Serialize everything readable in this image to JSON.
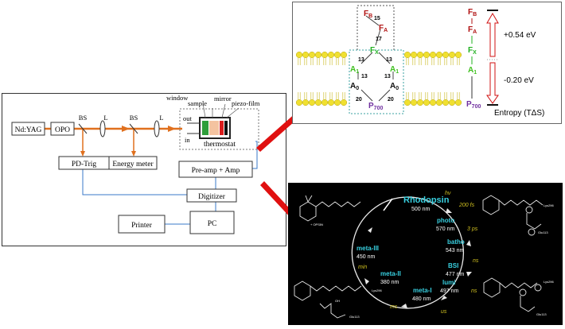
{
  "setup": {
    "laser": "Nd:YAG",
    "opo": "OPO",
    "bs1": "BS",
    "lens1": "L",
    "bs2": "BS",
    "lens2": "L",
    "pd_trig": "PD-Trig",
    "energy_meter": "Energy meter",
    "window": "window",
    "sample": "sample",
    "mirror": "mirror",
    "piezo": "piezo-film",
    "out": "out",
    "in": "in",
    "thermostat": "thermostat",
    "preamp": "Pre-amp + Amp",
    "digitizer": "Digitizer",
    "printer": "Printer",
    "pc": "PC"
  },
  "ps1": {
    "fb": "F",
    "fb_sub": "B",
    "fa": "F",
    "fa_sub": "A",
    "fx": "F",
    "fx_sub": "X",
    "a1": "A",
    "a1_sub": "1",
    "a0": "A",
    "a0_sub": "0",
    "p700": "P",
    "p700_sub": "700",
    "d15": "15",
    "d17": "17",
    "d13a": "13",
    "d13b": "13",
    "d13c": "13",
    "d13d": "13",
    "d20a": "20",
    "d20b": "20",
    "e_fb": "F",
    "e_fb_sub": "B",
    "e_fa": "F",
    "e_fa_sub": "A",
    "e_fx": "F",
    "e_fx_sub": "X",
    "e_a1": "A",
    "e_a1_sub": "1",
    "e_p700": "P",
    "e_p700_sub": "700",
    "plus": "+0.54 eV",
    "minus": "-0.20 eV",
    "entropy": "Entropy (TΔS)"
  },
  "rho": {
    "center": "Rhodopsin",
    "center_nm": "500 nm",
    "hv": "hν",
    "t200": "200 fs",
    "photo": "photo",
    "photo_nm": "570 nm",
    "t3": "3 ps",
    "batho": "batho",
    "batho_nm": "543 nm",
    "ns1": "ns",
    "bsi": "BSI",
    "bsi_nm": "477 nm",
    "ns2": "ns",
    "lumi": "lumi",
    "lumi_nm": "497 nm",
    "us": "us",
    "metai": "meta-I",
    "metai_nm": "480 nm",
    "ms": "ms",
    "metaii": "meta-II",
    "metaii_nm": "380 nm",
    "min": "min",
    "metaiii": "meta-III",
    "metaiii_nm": "450 nm",
    "opsin": "+ OPSIN",
    "lys": "Lys296",
    "glu": "Glu113",
    "oh": "OH"
  },
  "colors": {
    "beam": "#e0701e",
    "wire": "#3a78c8",
    "arrow": "#e01010",
    "fe": "#b01010",
    "fx": "#20b020",
    "a1": "#40c020",
    "p700": "#7030a0",
    "lipid": "#f0e030",
    "rho_label": "#38d0e0",
    "time": "#d0c020"
  }
}
